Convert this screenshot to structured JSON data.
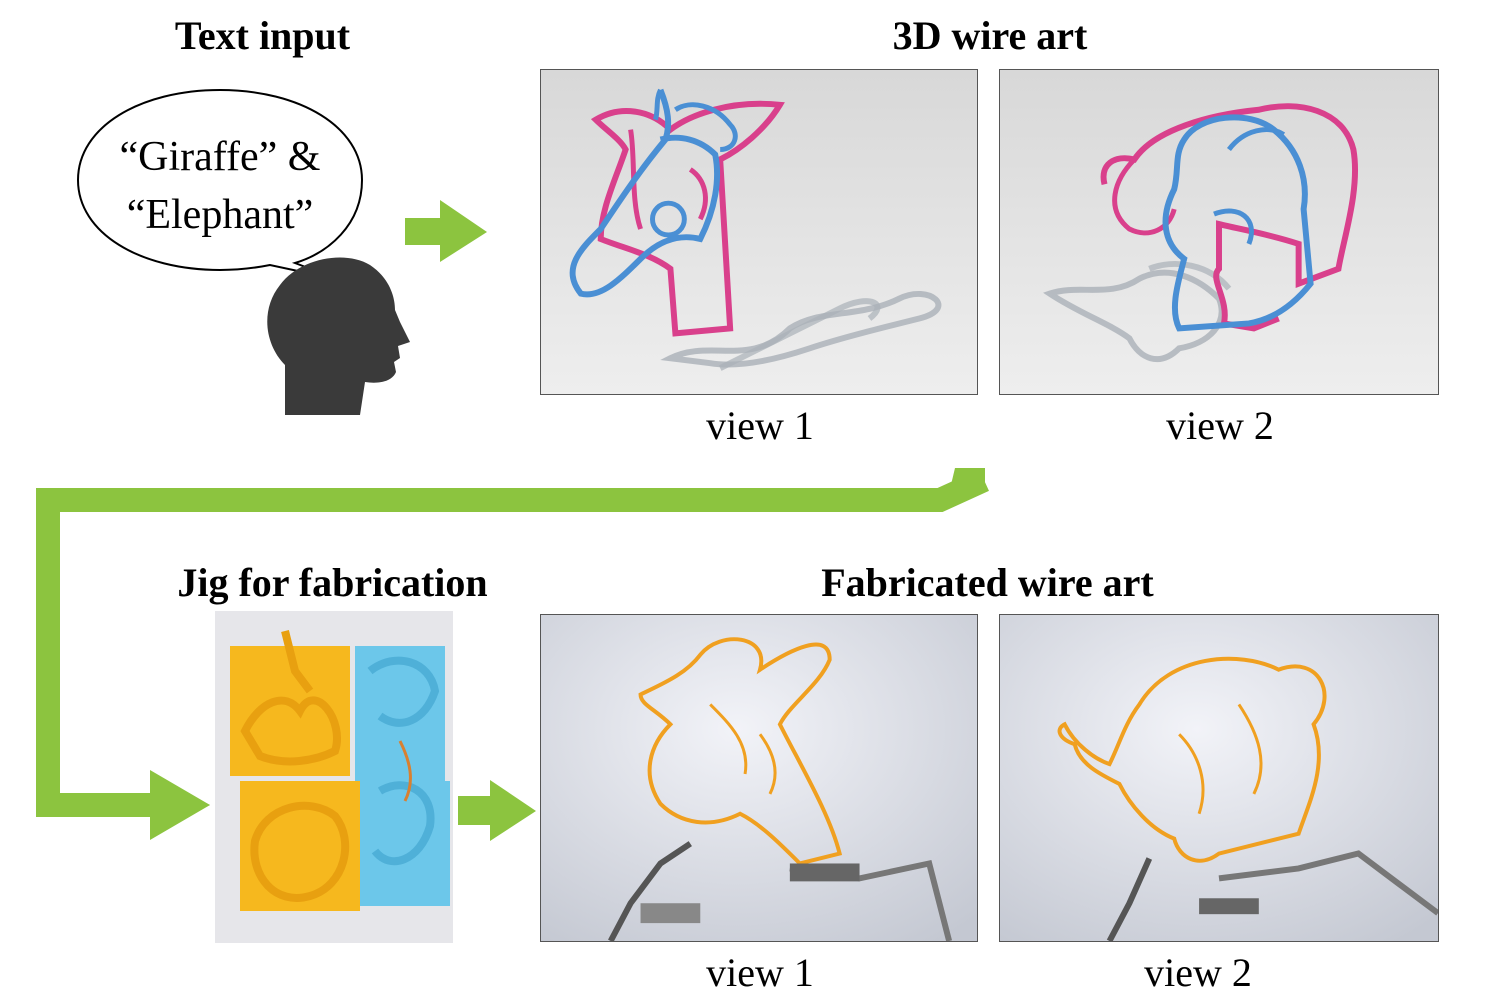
{
  "headings": {
    "text_input": "Text input",
    "wire_art_3d": "3D wire art",
    "jig": "Jig for fabrication",
    "fabricated": "Fabricated wire art"
  },
  "speech_bubble": {
    "line1": "“Giraffe” &",
    "line2": "“Elephant”"
  },
  "captions": {
    "top_view1": "view 1",
    "top_view2": "view 2",
    "bottom_view1": "view 1",
    "bottom_view2": "view 2"
  },
  "colors": {
    "arrow_green": "#8cc43f",
    "wire_pink": "#d9408c",
    "wire_blue": "#4a8fd4",
    "wire_orange": "#f0a020",
    "jig_yellow": "#f6b81e",
    "jig_cyan": "#6cc7ea",
    "head_silhouette": "#3a3a3a"
  }
}
